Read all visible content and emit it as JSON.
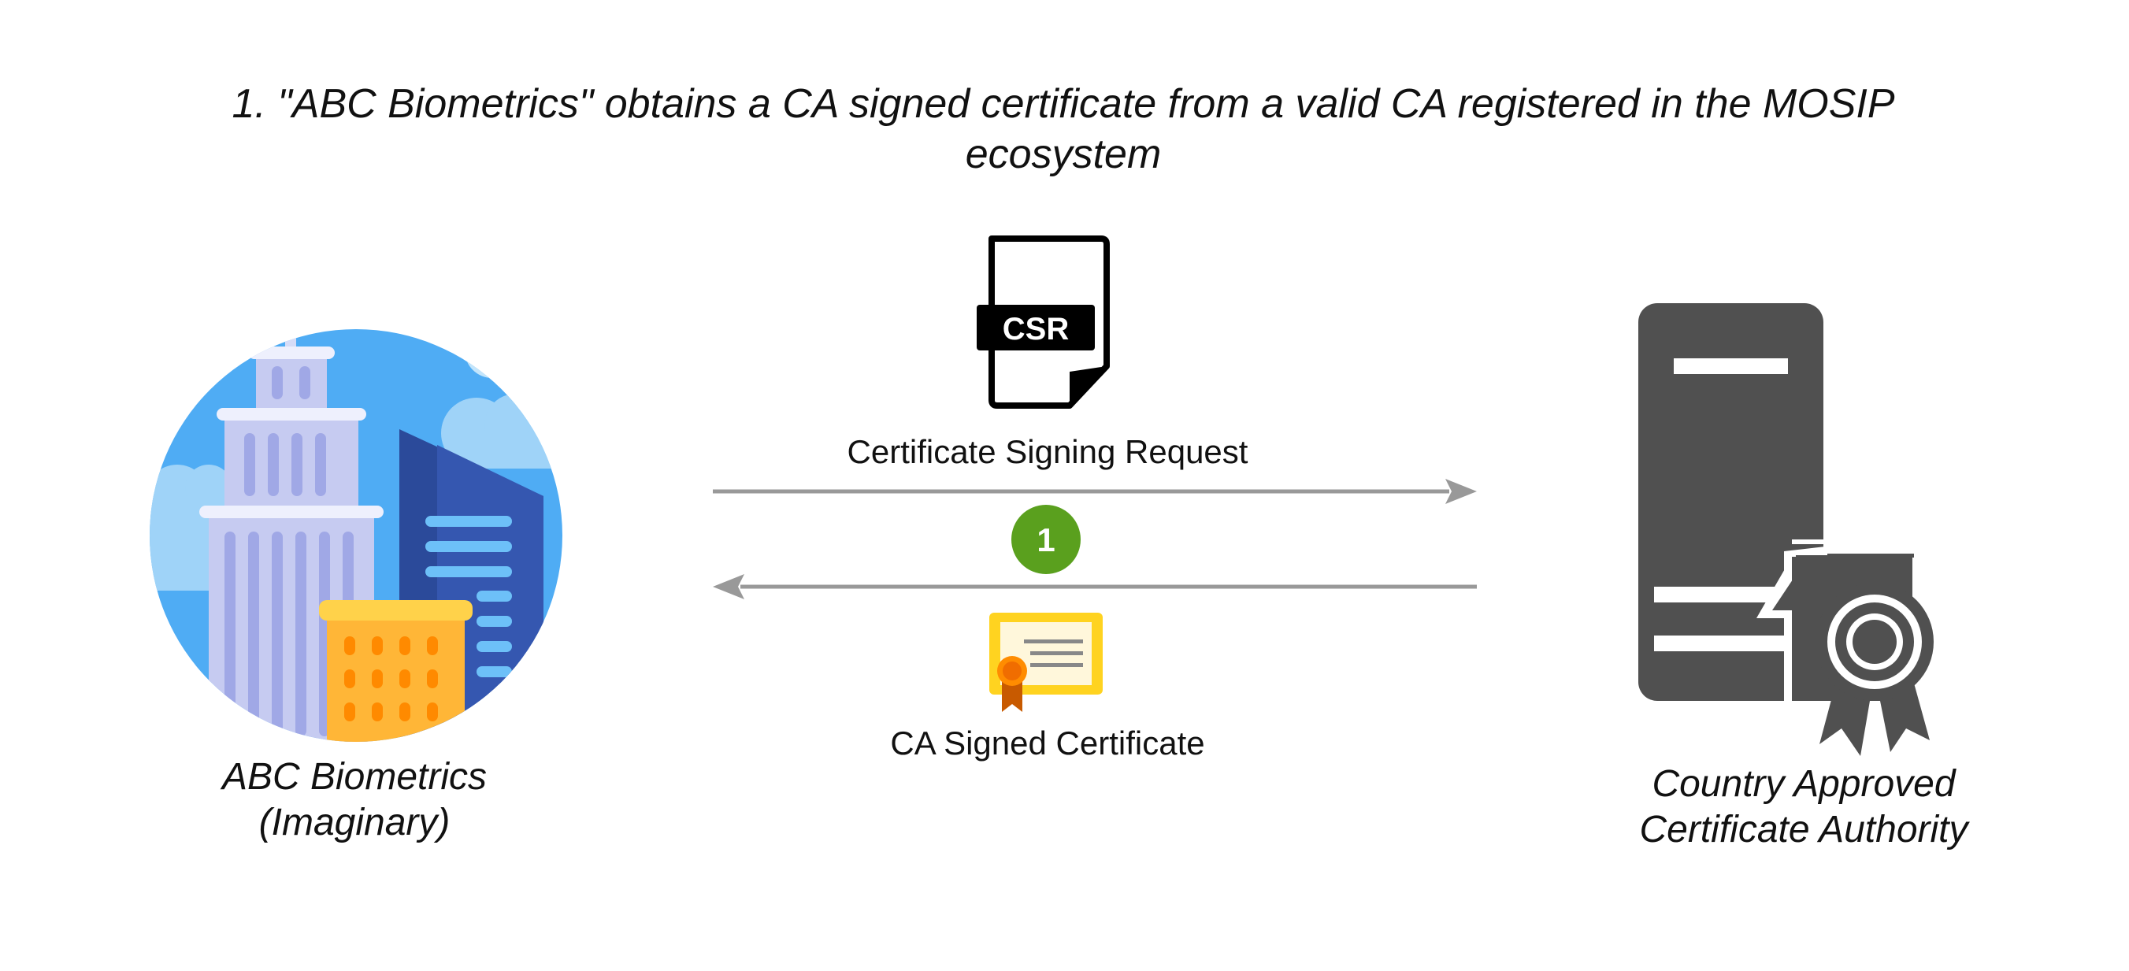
{
  "title": "1. \"ABC Biometrics\" obtains a CA signed certificate from a valid CA registered in the MOSIP ecosystem",
  "left_entity": {
    "line1": "ABC Biometrics",
    "line2": "(Imaginary)",
    "icon": "building-icon"
  },
  "right_entity": {
    "line1": "Country Approved",
    "line2": "Certificate Authority",
    "icon": "server-certificate-icon"
  },
  "csr": {
    "icon_label": "CSR",
    "caption": "Certificate Signing Request",
    "icon": "csr-document-icon"
  },
  "certificate": {
    "caption": "CA Signed Certificate",
    "icon": "certificate-icon"
  },
  "step": {
    "number": "1",
    "color": "#5aa01e"
  },
  "colors": {
    "arrow": "#999999",
    "server": "#505050",
    "globe": "#4facf4"
  }
}
